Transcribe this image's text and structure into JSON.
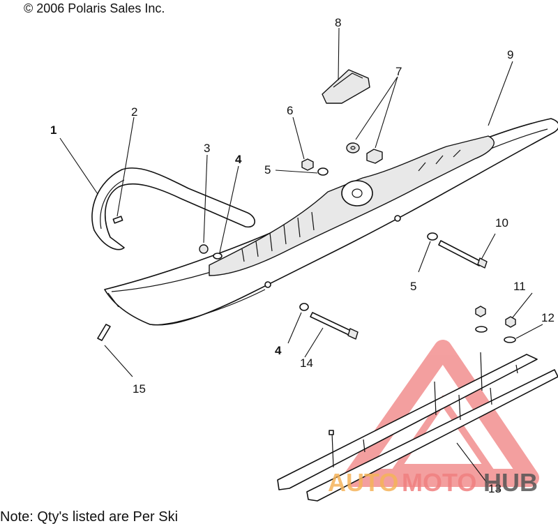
{
  "copyright": "© 2006 Polaris Sales Inc.",
  "note": "Note: Qty's listed are Per Ski",
  "callouts": {
    "c1": "1",
    "c2": "2",
    "c3": "3",
    "c4a": "4",
    "c4b": "4",
    "c5a": "5",
    "c5b": "5",
    "c6": "6",
    "c7": "7",
    "c8": "8",
    "c9": "9",
    "c10": "10",
    "c11": "11",
    "c12": "12",
    "c13": "13",
    "c14": "14",
    "c15": "15"
  },
  "watermark": {
    "part1": "AUTO",
    "part2": "MOTO",
    "part3": "HUB",
    "color_accent": "#f08080",
    "color_orange": "#f5b35a",
    "color_dark": "#555555"
  }
}
